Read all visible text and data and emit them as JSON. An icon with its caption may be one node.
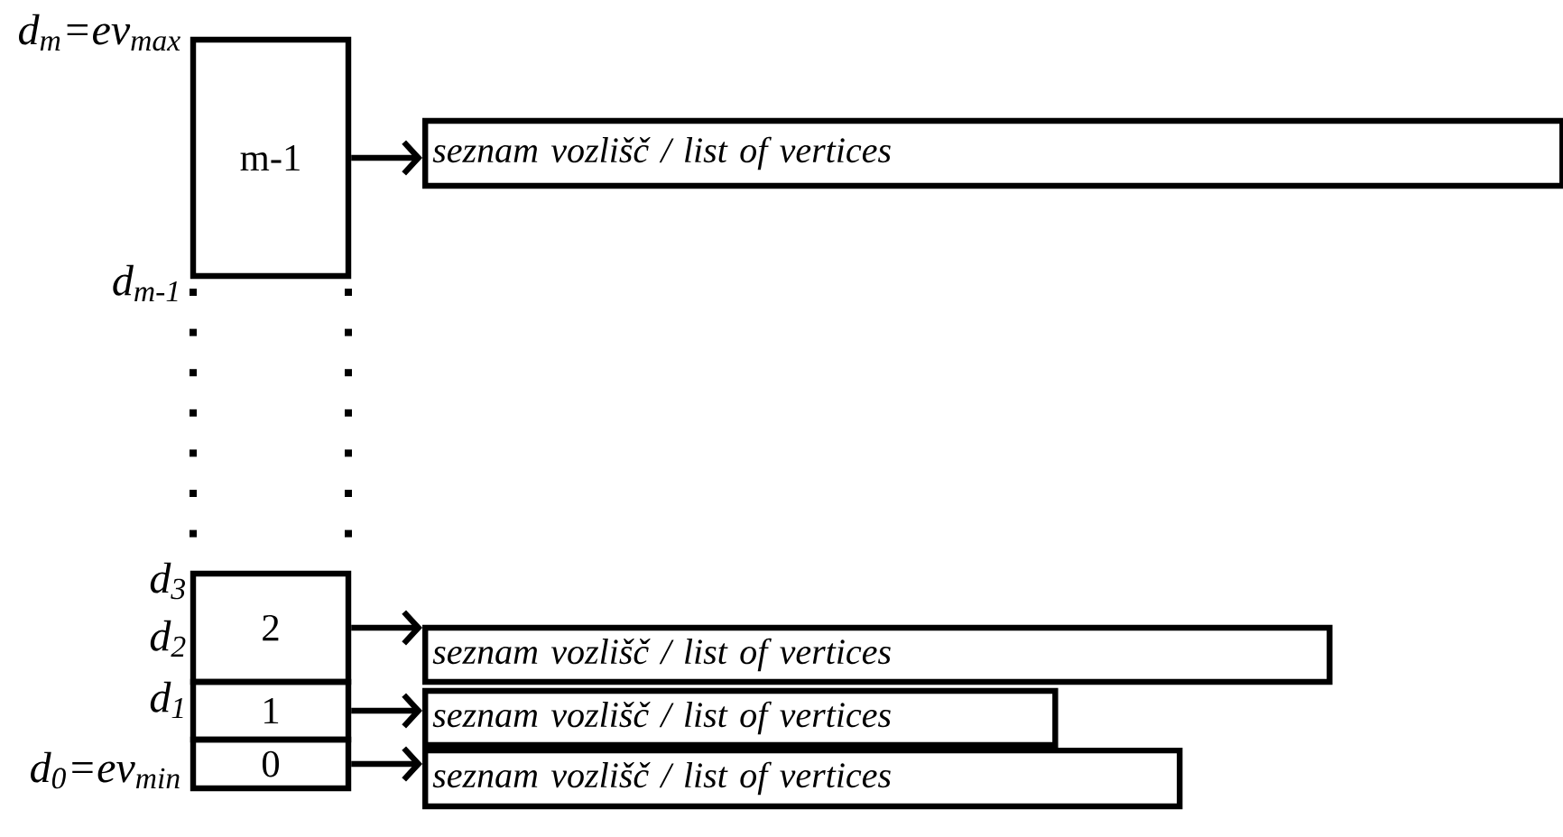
{
  "diagram": {
    "nodes": [
      {
        "text": [
          "m-1"
        ]
      },
      {
        "text": [
          "seznam vozlišč / list of vertices"
        ]
      },
      {
        "text": [
          "2"
        ]
      },
      {
        "text": [
          "seznam vozlišč / list of vertices"
        ]
      },
      {
        "text": [
          "1"
        ]
      },
      {
        "text": [
          "seznam vozlišč / list of vertices"
        ]
      },
      {
        "text": [
          "0"
        ]
      },
      {
        "text": [
          "seznam vozlišč / list of vertices"
        ]
      }
    ],
    "edges": [
      {
        "from": 0,
        "to": 1,
        "arrow": "to"
      },
      {
        "from": 2,
        "to": 3,
        "arrow": "to"
      },
      {
        "from": 4,
        "to": 5,
        "arrow": "to"
      },
      {
        "from": 6,
        "to": 7,
        "arrow": "to"
      }
    ],
    "labels": [
      "d$_{m}$=ev$_{max}$",
      "d$_{m-1}$",
      "d$_{3}$",
      "d$_{2}$",
      "d$_{1}$",
      "d$_{0}$=ev$_{min}$"
    ]
  }
}
